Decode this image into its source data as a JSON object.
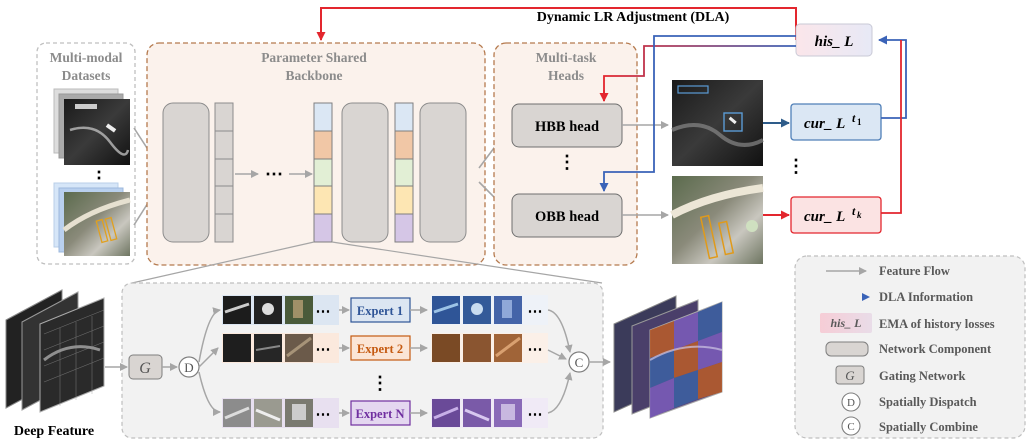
{
  "title": "Dynamic LR Adjustment (DLA)",
  "datasets": {
    "label_line1": "Multi-modal",
    "label_line2": "Datasets",
    "vdots": "⋮"
  },
  "backbone": {
    "label_line1": "Parameter Shared",
    "label_line2": "Backbone",
    "ellipsis": "⋯"
  },
  "heads": {
    "label_line1": "Multi-task",
    "label_line2": "Heads",
    "hbb": "HBB head",
    "obb": "OBB head",
    "vdots": "⋮"
  },
  "losses": {
    "his": "his_ L",
    "cur_base": "cur_ L",
    "cur_sup1": "t",
    "cur_sub1": "1",
    "cur_sup2": "t",
    "cur_sub2": "k",
    "vdots": "⋮"
  },
  "moe": {
    "deep_feature": "Deep Feature",
    "gating": "G",
    "dispatch": "D",
    "combine": "C",
    "experts": [
      "Expert 1",
      "Expert 2",
      "Expert N"
    ],
    "ellipsis": "⋯",
    "vdots": "⋮"
  },
  "legend": {
    "items": [
      "Feature Flow",
      "DLA Information",
      "EMA of history losses",
      "Network Component",
      "Gating Network",
      "Spatially Dispatch",
      "Spatially Combine"
    ],
    "his_symbol": "his_ L",
    "g_symbol": "G",
    "d_symbol": "D",
    "c_symbol": "C"
  },
  "colors": {
    "dla_red": "#e3262e",
    "dla_blue": "#3a63b8",
    "feature_gray": "#a6a6a6",
    "component_fill": "#d9d5d2",
    "backbone_fill": "#fbf2ec",
    "dash_orange": "#b57a4e",
    "expert1": "#2f5597",
    "expert2": "#c55a11",
    "expertN": "#7030a0"
  }
}
